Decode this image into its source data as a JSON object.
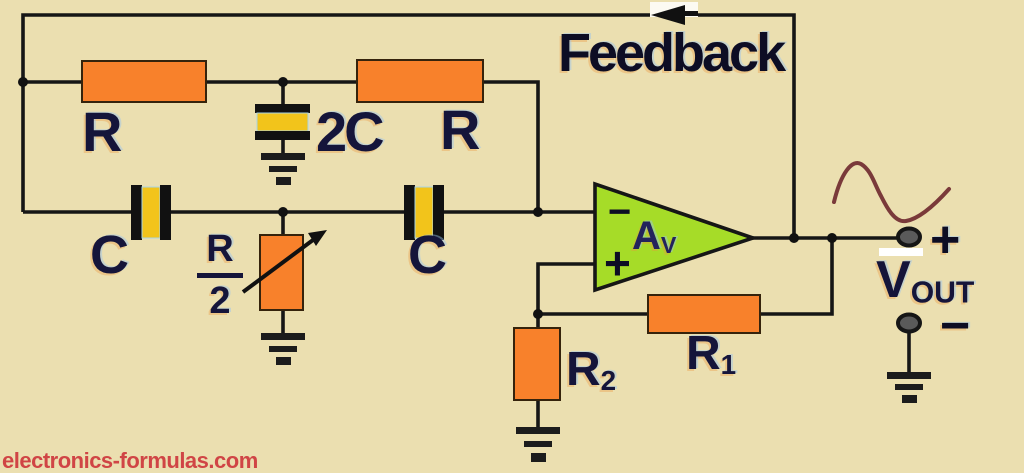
{
  "diagram": {
    "feedback_label": "Feedback",
    "watermark": "electronics-formulas.com",
    "components": {
      "r_top_left": "R",
      "cap_2c": "2C",
      "r_top_right": "R",
      "cap_left": "C",
      "cap_right": "C",
      "r_half": {
        "numerator": "R",
        "denominator": "2"
      },
      "opamp": {
        "gain_main": "A",
        "gain_sub": "V",
        "inverting_input": "−",
        "noninverting_input": "+"
      },
      "r1": {
        "main": "R",
        "sub": "1"
      },
      "r2": {
        "main": "R",
        "sub": "2"
      },
      "output": {
        "plus": "+",
        "minus": "−",
        "v_main": "V",
        "v_sub": "OUT"
      }
    },
    "colors": {
      "background": "#EBDFB0",
      "wire": "#161616",
      "resistor_fill": "#F8812B",
      "capacitor_dielectric": "#F2C41B",
      "capacitor_plate": "#111111",
      "opamp_fill": "#A6DC28",
      "label_text": "#15153a",
      "sine_wave": "#7A3A3A",
      "terminal_fill": "#5a5a5a",
      "watermark_red": "#d04545"
    }
  }
}
